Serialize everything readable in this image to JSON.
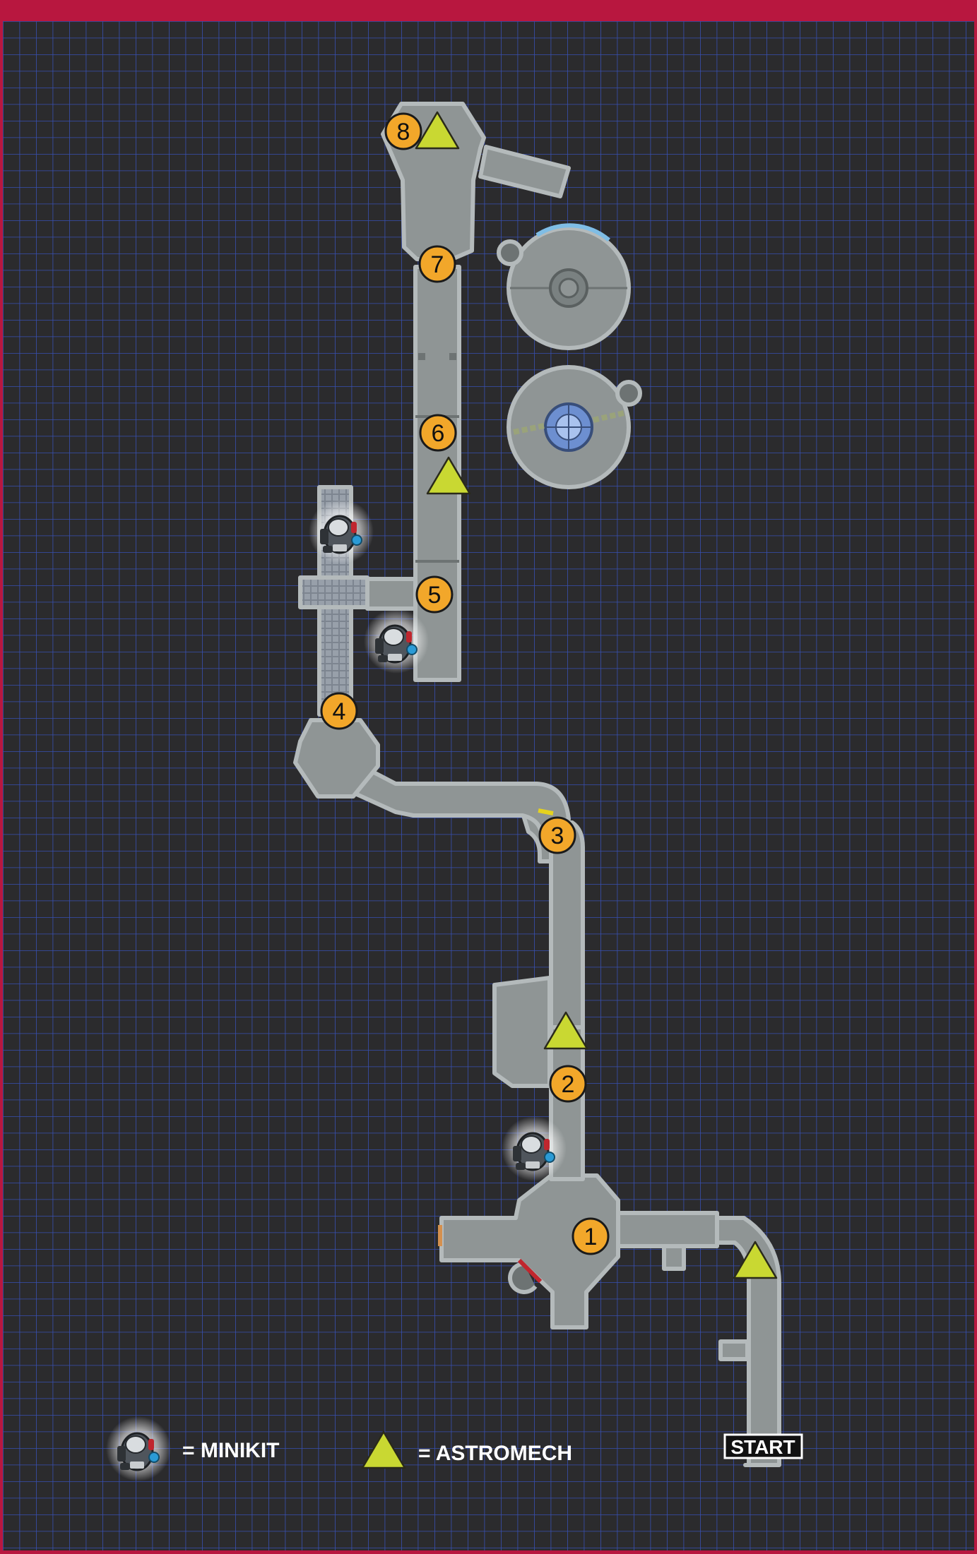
{
  "legend": {
    "minikit_label": "= MINIKIT",
    "astromech_label": "= ASTROMECH",
    "start_label": "START"
  },
  "waypoints": [
    "1",
    "2",
    "3",
    "4",
    "5",
    "6",
    "7",
    "8"
  ],
  "colors": {
    "frame": "#b8173f",
    "background": "#2b2b2d",
    "grid": "#3a56c8",
    "floor": "#8f9595",
    "wall": "#aab0b1",
    "marker_fill": "#f2a72a",
    "astromech": "#c9d832",
    "minikit_body": "#5b6066"
  },
  "icons": {
    "minikit": "minikit-canister-icon",
    "astromech": "astromech-triangle-icon",
    "waypoint": "numbered-circle-marker"
  }
}
